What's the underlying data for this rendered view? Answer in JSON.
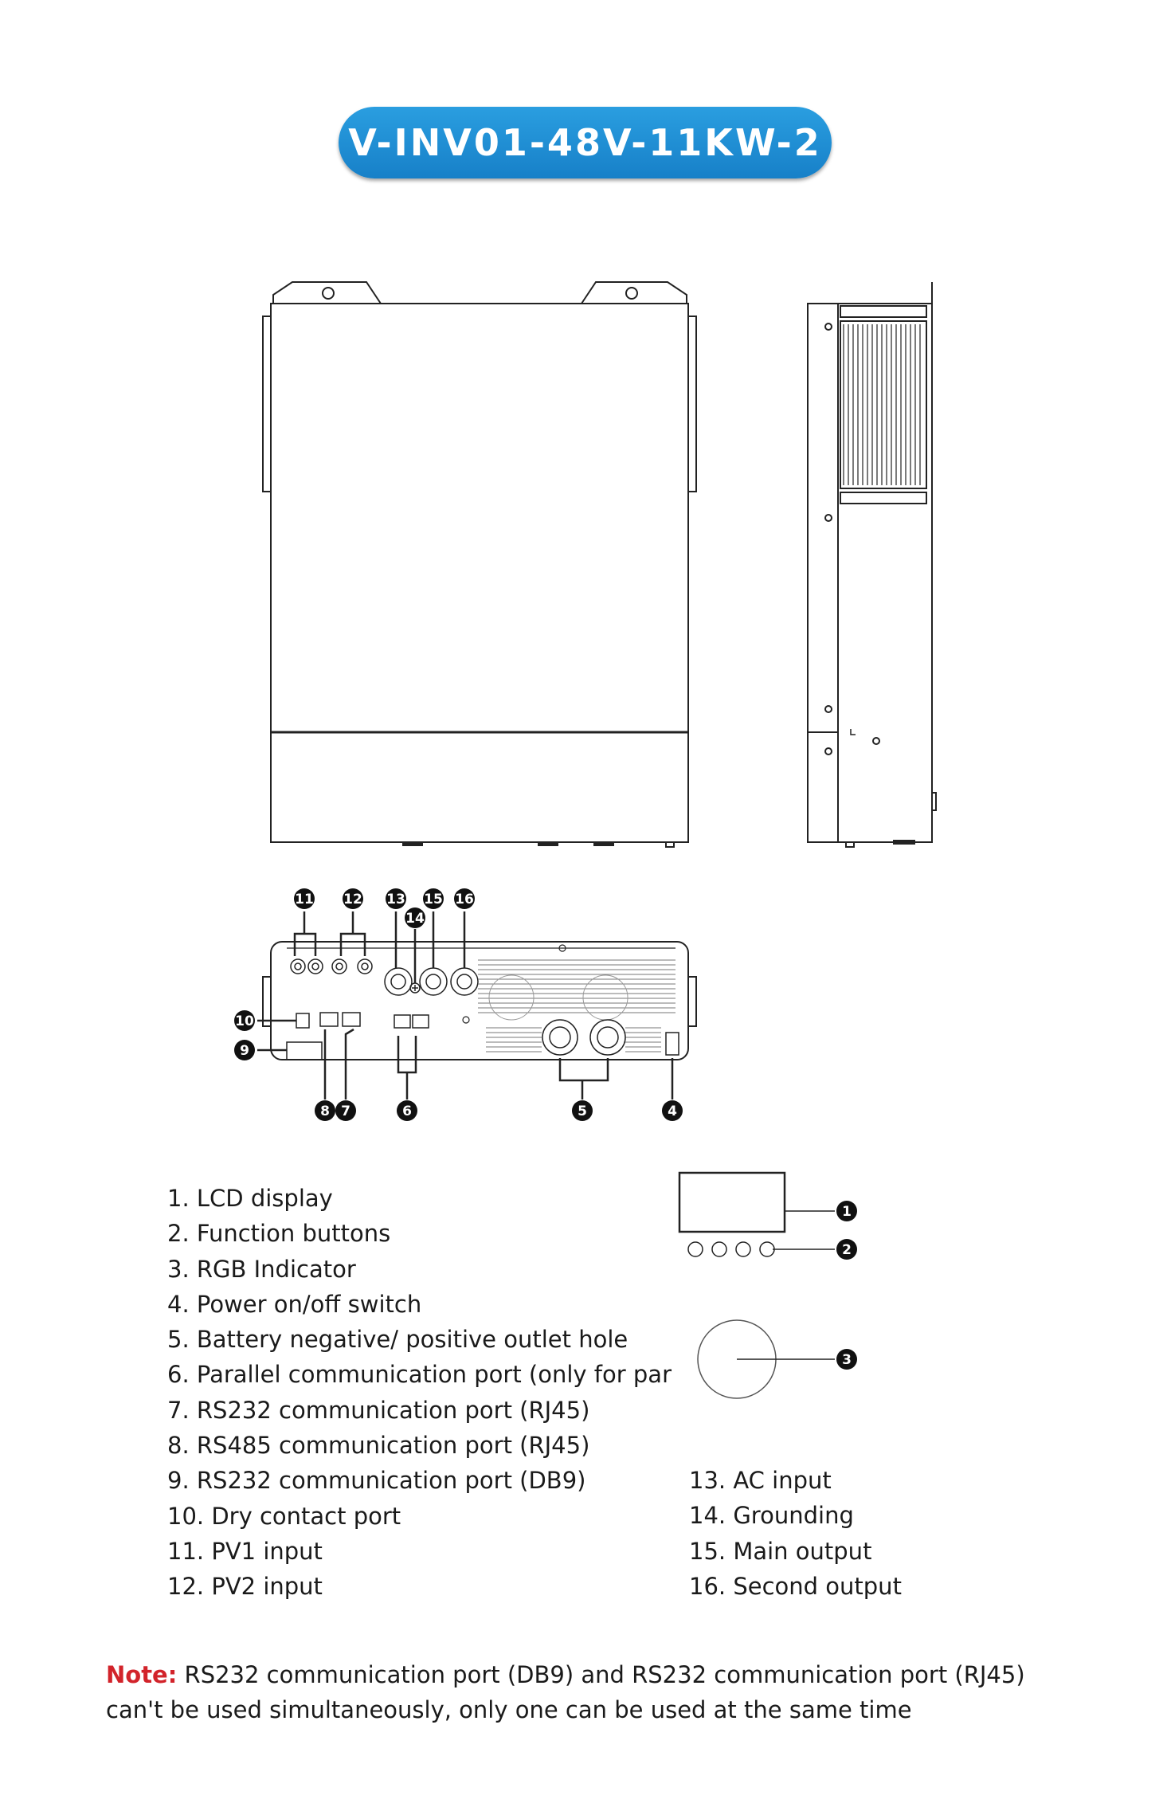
{
  "title": "V-INV01-48V-11KW-2",
  "legend_left": [
    "1. LCD display",
    "2. Function buttons",
    "3. RGB Indicator",
    "4. Power on/off switch",
    "5. Battery negative/ positive outlet hole",
    "6. Parallel communication port (only for par",
    "7. RS232 communication port (RJ45)",
    "8. RS485 communication port (RJ45)",
    "9. RS232 communication port (DB9)",
    "10. Dry contact port",
    "11. PV1 input",
    "12. PV2 input"
  ],
  "legend_right": [
    "13. AC input",
    "14. Grounding",
    "15. Main output",
    "16. Second output"
  ],
  "note": {
    "label": "Note:",
    "text": " RS232 communication port (DB9) and RS232 communication port (RJ45) can't be used simultaneously, only one can be used at the same time"
  },
  "callouts": {
    "n1": "1",
    "n2": "2",
    "n3": "3",
    "n4": "4",
    "n5": "5",
    "n6": "6",
    "n7": "7",
    "n8": "8",
    "n9": "9",
    "n10": "10",
    "n11": "11",
    "n12": "12",
    "n13": "13",
    "n14": "14",
    "n15": "15",
    "n16": "16"
  },
  "colors": {
    "title_bg": "#1f8fd6",
    "note_label": "#d2232a"
  }
}
